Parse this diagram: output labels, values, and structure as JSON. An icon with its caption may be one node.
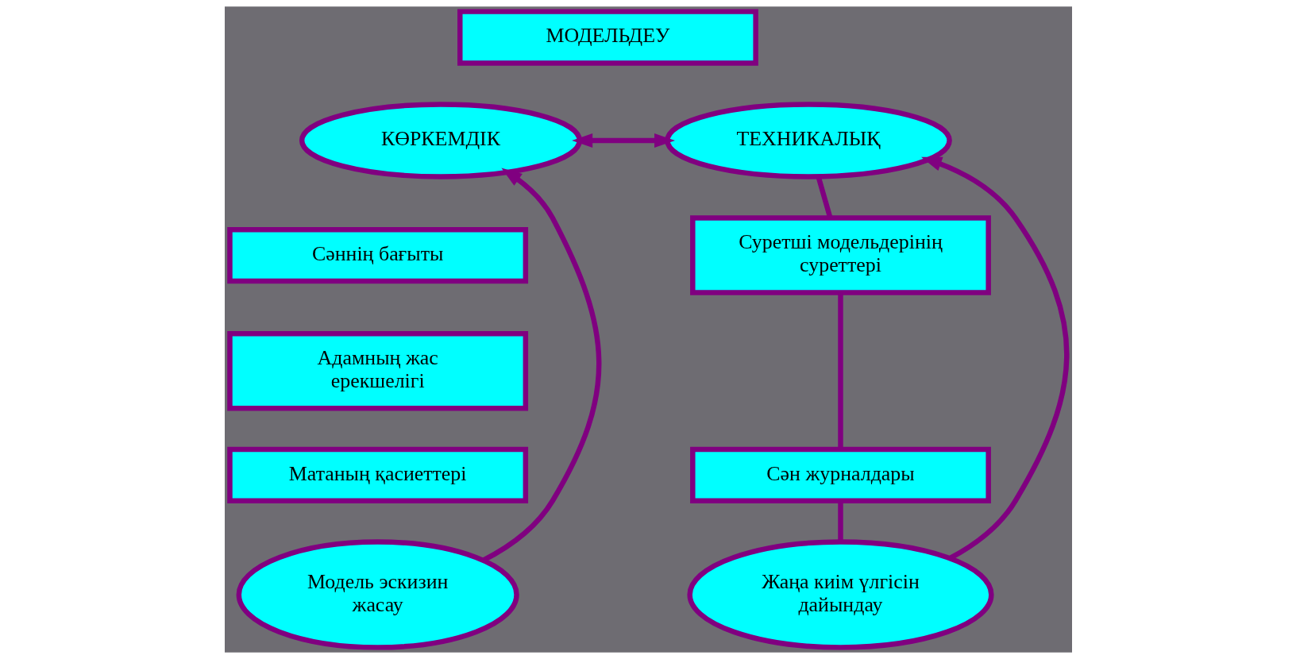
{
  "diagram": {
    "nodes": [
      {
        "text": [
          "МОДЕЛЬДЕУ"
        ]
      },
      {
        "text": [
          "КӨРКЕМДІК"
        ]
      },
      {
        "text": [
          "ТЕХНИКАЛЫҚ"
        ]
      },
      {
        "text": [
          "Сәннің бағыты"
        ]
      },
      {
        "text": [
          "Адамның жас ерекшелігі"
        ]
      },
      {
        "text": [
          "Матаның қасиеттері"
        ]
      },
      {
        "text": [
          "Суретші модельдерінің суреттері"
        ]
      },
      {
        "text": [
          "Сән журналдары"
        ]
      },
      {
        "text": [
          "Модель эскизин жасау"
        ]
      },
      {
        "text": [
          "Жаңа киім үлгісін дайындау"
        ]
      }
    ],
    "edges": [
      {
        "from": 1,
        "to": 2,
        "arrow": "both"
      },
      {
        "from": 8,
        "to": 1,
        "arrow": "to"
      },
      {
        "from": 9,
        "to": 2,
        "arrow": "to"
      },
      {
        "from": 2,
        "to": 6,
        "arrow": "none"
      },
      {
        "from": 6,
        "to": 7,
        "arrow": "none"
      },
      {
        "from": 7,
        "to": 9,
        "arrow": "none"
      }
    ]
  }
}
